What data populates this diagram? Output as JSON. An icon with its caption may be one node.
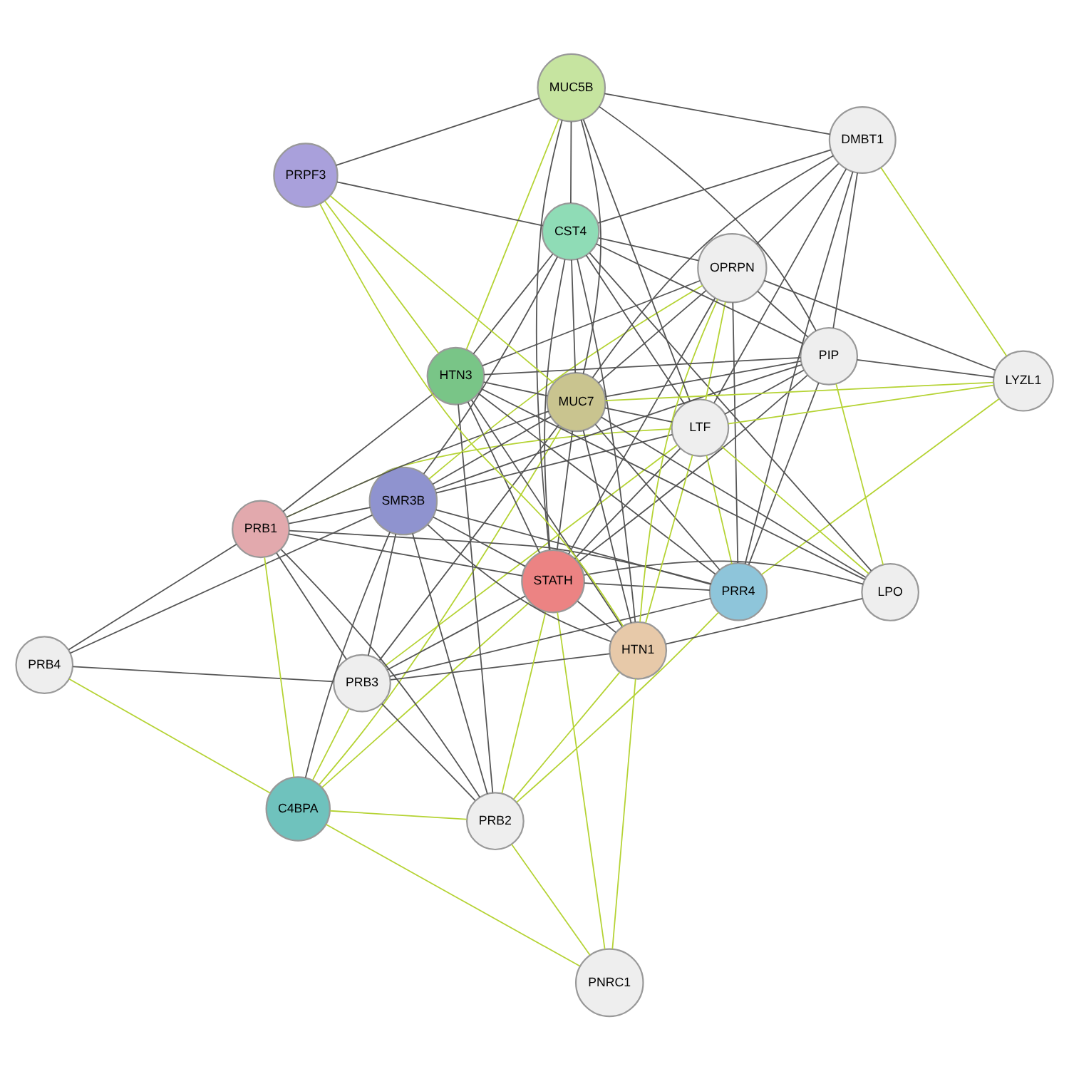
{
  "diagram": {
    "nodes": [
      {
        "text": [
          "PRB4"
        ]
      },
      {
        "text": [
          "C4BPA"
        ]
      },
      {
        "text": [
          "PNRC1"
        ]
      },
      {
        "text": [
          "PRB3"
        ]
      },
      {
        "text": [
          "PRB1"
        ]
      },
      {
        "text": [
          "PRB2"
        ]
      },
      {
        "text": [
          "SMR3B"
        ]
      },
      {
        "text": [
          "PRR4"
        ]
      },
      {
        "text": [
          "STATH"
        ]
      },
      {
        "text": [
          "HTN1"
        ]
      },
      {
        "text": [
          "LPO"
        ]
      },
      {
        "text": [
          "OPRPN"
        ]
      },
      {
        "text": [
          "LTF"
        ]
      },
      {
        "text": [
          "LYZL1"
        ]
      },
      {
        "text": [
          "HTN3"
        ]
      },
      {
        "text": [
          "MUC7"
        ]
      },
      {
        "text": [
          "PIP"
        ]
      },
      {
        "text": [
          "PRPF3"
        ]
      },
      {
        "text": [
          "DMBT1"
        ]
      },
      {
        "text": [
          "CST4"
        ]
      },
      {
        "text": [
          "MUC5B"
        ]
      }
    ],
    "edges": [
      {
        "from": 0,
        "to": 3,
        "arrow": "none"
      },
      {
        "from": 0,
        "to": 4,
        "arrow": "none"
      },
      {
        "from": 0,
        "to": 6,
        "arrow": "none"
      },
      {
        "from": 0,
        "to": 1,
        "arrow": "none",
        "color": "#b5d334"
      },
      {
        "from": 1,
        "to": 2,
        "arrow": "none",
        "color": "#b5d334"
      },
      {
        "from": 1,
        "to": 3,
        "arrow": "none",
        "color": "#b5d334"
      },
      {
        "from": 1,
        "to": 4,
        "arrow": "none",
        "color": "#b5d334"
      },
      {
        "from": 1,
        "to": 6,
        "arrow": "none"
      },
      {
        "from": 1,
        "to": 5,
        "arrow": "none",
        "color": "#b5d334"
      },
      {
        "from": 1,
        "to": 8,
        "arrow": "none",
        "color": "#b5d334"
      },
      {
        "from": 1,
        "to": 15,
        "arrow": "none",
        "color": "#b5d334"
      },
      {
        "from": 2,
        "to": 5,
        "arrow": "none",
        "color": "#b5d334"
      },
      {
        "from": 2,
        "to": 8,
        "arrow": "none",
        "color": "#b5d334"
      },
      {
        "from": 2,
        "to": 9,
        "arrow": "none",
        "color": "#b5d334"
      },
      {
        "from": 3,
        "to": 4,
        "arrow": "none"
      },
      {
        "from": 3,
        "to": 5,
        "arrow": "none"
      },
      {
        "from": 3,
        "to": 6,
        "arrow": "none"
      },
      {
        "from": 3,
        "to": 7,
        "arrow": "none"
      },
      {
        "from": 3,
        "to": 8,
        "arrow": "none"
      },
      {
        "from": 3,
        "to": 15,
        "arrow": "none"
      },
      {
        "from": 3,
        "to": 12,
        "arrow": "none",
        "color": "#b5d334"
      },
      {
        "from": 3,
        "to": 9,
        "arrow": "none"
      },
      {
        "from": 4,
        "to": 5,
        "arrow": "none"
      },
      {
        "from": 4,
        "to": 6,
        "arrow": "none"
      },
      {
        "from": 4,
        "to": 7,
        "arrow": "none"
      },
      {
        "from": 4,
        "to": 8,
        "arrow": "none"
      },
      {
        "from": 4,
        "to": 15,
        "arrow": "none"
      },
      {
        "from": 4,
        "to": 14,
        "arrow": "none"
      },
      {
        "from": 4,
        "to": 12,
        "arrow": "none",
        "color": "#b5d334"
      },
      {
        "from": 5,
        "to": 6,
        "arrow": "none"
      },
      {
        "from": 5,
        "to": 8,
        "arrow": "none",
        "color": "#b5d334"
      },
      {
        "from": 5,
        "to": 14,
        "arrow": "none"
      },
      {
        "from": 5,
        "to": 9,
        "arrow": "none",
        "color": "#b5d334"
      },
      {
        "from": 5,
        "to": 7,
        "arrow": "none",
        "color": "#b5d334"
      },
      {
        "from": 6,
        "to": 8,
        "arrow": "none"
      },
      {
        "from": 6,
        "to": 7,
        "arrow": "none"
      },
      {
        "from": 6,
        "to": 12,
        "arrow": "none"
      },
      {
        "from": 6,
        "to": 15,
        "arrow": "none"
      },
      {
        "from": 6,
        "to": 9,
        "arrow": "none"
      },
      {
        "from": 6,
        "to": 16,
        "arrow": "none"
      },
      {
        "from": 6,
        "to": 19,
        "arrow": "none"
      },
      {
        "from": 6,
        "to": 11,
        "arrow": "none",
        "color": "#b5d334"
      },
      {
        "from": 7,
        "to": 8,
        "arrow": "none"
      },
      {
        "from": 7,
        "to": 11,
        "arrow": "none"
      },
      {
        "from": 7,
        "to": 13,
        "arrow": "none",
        "color": "#b5d334"
      },
      {
        "from": 7,
        "to": 16,
        "arrow": "none"
      },
      {
        "from": 7,
        "to": 18,
        "arrow": "none"
      },
      {
        "from": 7,
        "to": 15,
        "arrow": "none"
      },
      {
        "from": 7,
        "to": 14,
        "arrow": "none"
      },
      {
        "from": 7,
        "to": 12,
        "arrow": "none",
        "color": "#b5d334"
      },
      {
        "from": 8,
        "to": 9,
        "arrow": "none"
      },
      {
        "from": 8,
        "to": 10,
        "arrow": "none"
      },
      {
        "from": 8,
        "to": 14,
        "arrow": "none"
      },
      {
        "from": 8,
        "to": 15,
        "arrow": "none"
      },
      {
        "from": 8,
        "to": 19,
        "arrow": "none"
      },
      {
        "from": 8,
        "to": 20,
        "arrow": "none"
      },
      {
        "from": 8,
        "to": 16,
        "arrow": "none"
      },
      {
        "from": 8,
        "to": 11,
        "arrow": "none"
      },
      {
        "from": 8,
        "to": 12,
        "arrow": "none"
      },
      {
        "from": 9,
        "to": 10,
        "arrow": "none"
      },
      {
        "from": 9,
        "to": 14,
        "arrow": "none"
      },
      {
        "from": 9,
        "to": 15,
        "arrow": "none"
      },
      {
        "from": 9,
        "to": 19,
        "arrow": "none"
      },
      {
        "from": 9,
        "to": 17,
        "arrow": "none",
        "color": "#b5d334"
      },
      {
        "from": 9,
        "to": 12,
        "arrow": "none",
        "color": "#b5d334"
      },
      {
        "from": 9,
        "to": 11,
        "arrow": "none",
        "color": "#b5d334"
      },
      {
        "from": 10,
        "to": 15,
        "arrow": "none"
      },
      {
        "from": 10,
        "to": 14,
        "arrow": "none"
      },
      {
        "from": 10,
        "to": 19,
        "arrow": "none"
      },
      {
        "from": 10,
        "to": 12,
        "arrow": "none",
        "color": "#b5d334"
      },
      {
        "from": 10,
        "to": 16,
        "arrow": "none",
        "color": "#b5d334"
      },
      {
        "from": 11,
        "to": 13,
        "arrow": "none"
      },
      {
        "from": 11,
        "to": 16,
        "arrow": "none"
      },
      {
        "from": 11,
        "to": 18,
        "arrow": "none"
      },
      {
        "from": 11,
        "to": 15,
        "arrow": "none"
      },
      {
        "from": 11,
        "to": 14,
        "arrow": "none"
      },
      {
        "from": 11,
        "to": 19,
        "arrow": "none"
      },
      {
        "from": 11,
        "to": 12,
        "arrow": "none",
        "color": "#b5d334"
      },
      {
        "from": 12,
        "to": 16,
        "arrow": "none"
      },
      {
        "from": 12,
        "to": 15,
        "arrow": "none"
      },
      {
        "from": 12,
        "to": 20,
        "arrow": "none"
      },
      {
        "from": 12,
        "to": 19,
        "arrow": "none"
      },
      {
        "from": 12,
        "to": 18,
        "arrow": "none"
      },
      {
        "from": 12,
        "to": 13,
        "arrow": "none",
        "color": "#b5d334"
      },
      {
        "from": 13,
        "to": 18,
        "arrow": "none",
        "color": "#b5d334"
      },
      {
        "from": 13,
        "to": 16,
        "arrow": "none"
      },
      {
        "from": 13,
        "to": 15,
        "arrow": "none",
        "color": "#b5d334"
      },
      {
        "from": 14,
        "to": 15,
        "arrow": "none"
      },
      {
        "from": 14,
        "to": 19,
        "arrow": "none"
      },
      {
        "from": 14,
        "to": 17,
        "arrow": "none",
        "color": "#b5d334"
      },
      {
        "from": 14,
        "to": 16,
        "arrow": "none"
      },
      {
        "from": 14,
        "to": 20,
        "arrow": "none",
        "color": "#b5d334"
      },
      {
        "from": 15,
        "to": 16,
        "arrow": "none"
      },
      {
        "from": 15,
        "to": 19,
        "arrow": "none"
      },
      {
        "from": 15,
        "to": 20,
        "arrow": "none"
      },
      {
        "from": 15,
        "to": 17,
        "arrow": "none",
        "color": "#b5d334"
      },
      {
        "from": 15,
        "to": 18,
        "arrow": "none"
      },
      {
        "from": 16,
        "to": 18,
        "arrow": "none"
      },
      {
        "from": 16,
        "to": 20,
        "arrow": "none"
      },
      {
        "from": 16,
        "to": 19,
        "arrow": "none"
      },
      {
        "from": 17,
        "to": 19,
        "arrow": "none"
      },
      {
        "from": 17,
        "to": 20,
        "arrow": "none"
      },
      {
        "from": 18,
        "to": 20,
        "arrow": "none"
      },
      {
        "from": 18,
        "to": 19,
        "arrow": "none"
      },
      {
        "from": 19,
        "to": 20,
        "arrow": "none"
      }
    ]
  }
}
